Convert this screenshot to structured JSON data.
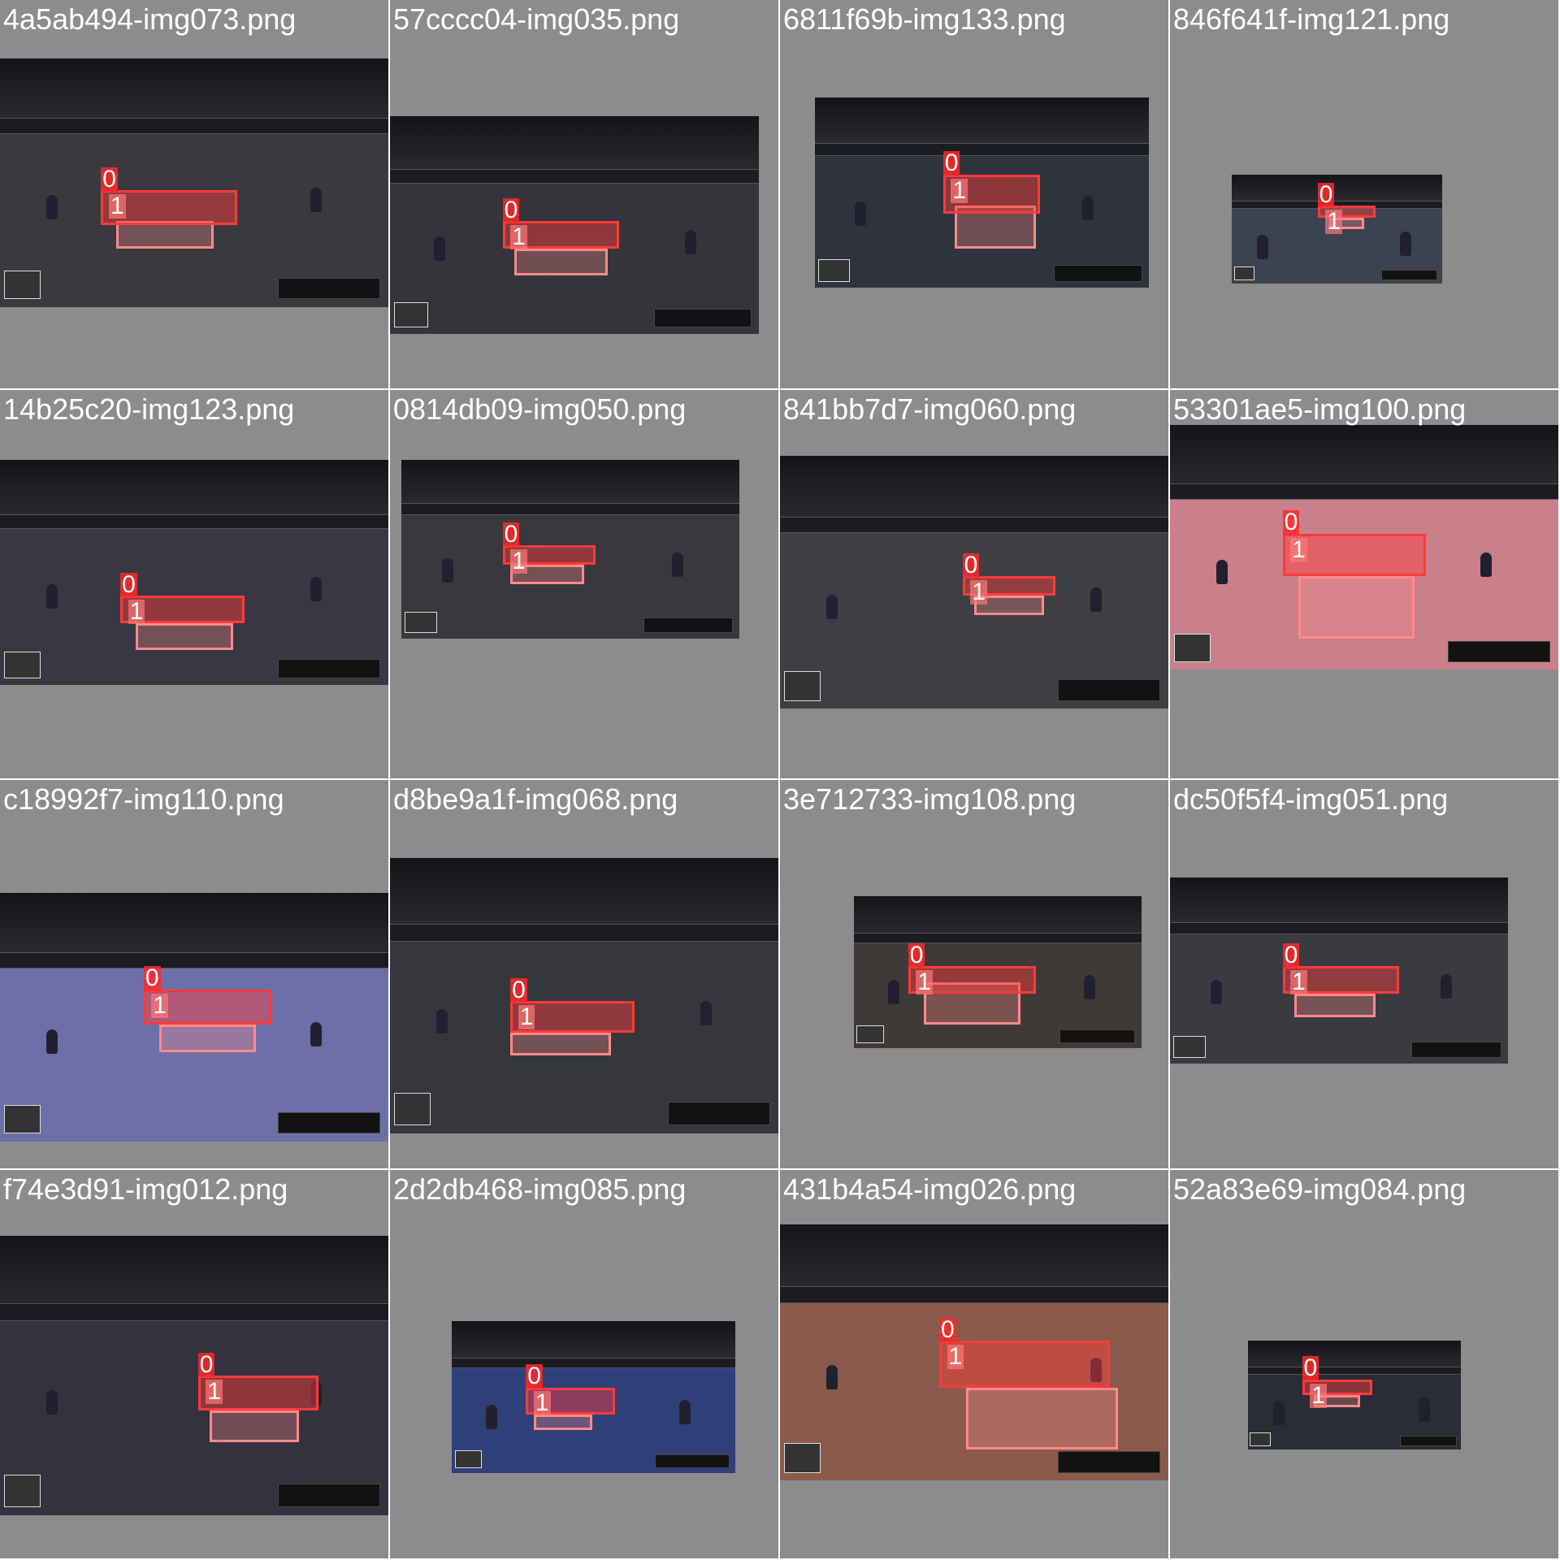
{
  "tiles": [
    {
      "filename": "4a5ab494-img073.png",
      "floor": "#3a3a3e",
      "frame": [
        0,
        15,
        100,
        64
      ],
      "table": [
        26,
        49,
        35,
        9
      ],
      "base": [
        30,
        57,
        25,
        7
      ]
    },
    {
      "filename": "57cccc04-img035.png",
      "floor": "#34343a",
      "frame": [
        0,
        30,
        95,
        56
      ],
      "table": [
        29,
        57,
        30,
        7
      ],
      "base": [
        32,
        64,
        24,
        7
      ]
    },
    {
      "filename": "6811f69b-img133.png",
      "floor": "#2f333d",
      "frame": [
        9,
        25,
        86,
        49
      ],
      "table": [
        42,
        45,
        25,
        10
      ],
      "base": [
        45,
        53,
        21,
        11
      ]
    },
    {
      "filename": "846f641f-img121.png",
      "floor": "#3b4250",
      "frame": [
        16,
        45,
        54,
        28
      ],
      "table": [
        38,
        53,
        15,
        3
      ],
      "base": [
        41,
        56,
        9,
        3
      ]
    },
    {
      "filename": "14b25c20-img123.png",
      "floor": "#3a3744",
      "frame": [
        0,
        18,
        100,
        58
      ],
      "table": [
        31,
        53,
        32,
        7
      ],
      "base": [
        35,
        60,
        25,
        7
      ]
    },
    {
      "filename": "0814db09-img050.png",
      "floor": "#38383d",
      "frame": [
        3,
        18,
        87,
        46
      ],
      "table": [
        29,
        40,
        24,
        5
      ],
      "base": [
        31,
        45,
        19,
        5
      ]
    },
    {
      "filename": "841bb7d7-img060.png",
      "floor": "#3d3f42",
      "frame": [
        0,
        17,
        100,
        65
      ],
      "table": [
        47,
        48,
        24,
        5
      ],
      "base": [
        50,
        53,
        18,
        5
      ]
    },
    {
      "filename": "53301ae5-img100.png",
      "floor": "#c9808a",
      "frame": [
        0,
        9,
        100,
        63
      ],
      "table": [
        29,
        37,
        37,
        11
      ],
      "base": [
        33,
        48,
        30,
        16
      ]
    },
    {
      "filename": "c18992f7-img110.png",
      "floor": "#6d6fa8",
      "frame": [
        0,
        29,
        100,
        64
      ],
      "table": [
        37,
        54,
        33,
        9
      ],
      "base": [
        41,
        63,
        25,
        7
      ]
    },
    {
      "filename": "d8be9a1f-img068.png",
      "floor": "#35373c",
      "frame": [
        0,
        20,
        100,
        71
      ],
      "table": [
        31,
        57,
        32,
        8
      ],
      "base": [
        31,
        65,
        26,
        6
      ]
    },
    {
      "filename": "3e712733-img108.png",
      "floor": "#3f3a38",
      "frame": [
        19,
        30,
        74,
        39
      ],
      "table": [
        33,
        48,
        33,
        7
      ],
      "base": [
        37,
        52,
        25,
        11
      ]
    },
    {
      "filename": "dc50f5f4-img051.png",
      "floor": "#3a3b40",
      "frame": [
        0,
        25,
        87,
        48
      ],
      "table": [
        29,
        48,
        30,
        7
      ],
      "base": [
        32,
        55,
        21,
        6
      ]
    },
    {
      "filename": "f74e3d91-img012.png",
      "floor": "#34323f",
      "frame": [
        0,
        17,
        100,
        72
      ],
      "table": [
        51,
        53,
        31,
        9
      ],
      "base": [
        54,
        62,
        23,
        8
      ]
    },
    {
      "filename": "2d2db468-img085.png",
      "floor": "#2f3f78",
      "frame": [
        16,
        39,
        73,
        39
      ],
      "table": [
        35,
        56,
        23,
        7
      ],
      "base": [
        37,
        63,
        15,
        4
      ]
    },
    {
      "filename": "431b4a54-img026.png",
      "floor": "#8a5a4c",
      "frame": [
        0,
        14,
        100,
        66
      ],
      "table": [
        41,
        44,
        44,
        12
      ],
      "base": [
        48,
        56,
        39,
        16
      ]
    },
    {
      "filename": "52a83e69-img084.png",
      "floor": "#2a2c36",
      "frame": [
        20,
        44,
        55,
        28
      ],
      "table": [
        34,
        54,
        18,
        4
      ],
      "base": [
        37,
        58,
        12,
        3
      ]
    }
  ],
  "box_labels": {
    "table": "0",
    "base": "1"
  },
  "colors": {
    "background": "#8c8c8c",
    "box_table": "#ff3a3a",
    "box_base": "#ff8a8a"
  }
}
